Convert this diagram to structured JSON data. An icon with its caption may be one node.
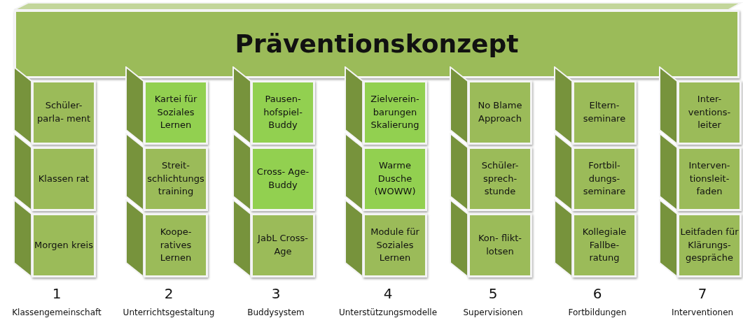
{
  "diagram": {
    "nodes": [
      {
        "text": [
          "Präventionskonzept"
        ]
      },
      {
        "text": [
          "Schüler- parla- ment"
        ]
      },
      {
        "text": [
          "Klassen rat"
        ]
      },
      {
        "text": [
          "Morgen kreis"
        ]
      },
      {
        "text": [
          "Kartei für Soziales Lernen"
        ]
      },
      {
        "text": [
          "Streit- schlichtungs training"
        ]
      },
      {
        "text": [
          "Koope- ratives Lernen"
        ]
      },
      {
        "text": [
          "Pausen- hofspiel- Buddy"
        ]
      },
      {
        "text": [
          "Cross- Age- Buddy"
        ]
      },
      {
        "text": [
          "JabL Cross- Age"
        ]
      },
      {
        "text": [
          "Zielverein- barungen Skalierung"
        ]
      },
      {
        "text": [
          "Warme Dusche (WOWW)"
        ]
      },
      {
        "text": [
          "Module für Soziales Lernen"
        ]
      },
      {
        "text": [
          "No Blame Approach"
        ]
      },
      {
        "text": [
          "Schüler- sprech- stunde"
        ]
      },
      {
        "text": [
          "Kon- flikt- lotsen"
        ]
      },
      {
        "text": [
          "Eltern- seminare"
        ]
      },
      {
        "text": [
          "Fortbil- dungs- seminare"
        ]
      },
      {
        "text": [
          "Kollegiale Fallbe- ratung"
        ]
      },
      {
        "text": [
          "Inter- ventions- leiter"
        ]
      },
      {
        "text": [
          "Interven- tionsleit- faden"
        ]
      },
      {
        "text": [
          "Leitfaden für Klärungs- gespräche"
        ]
      }
    ],
    "edges": [],
    "labels": [
      "1",
      "2",
      "3",
      "4",
      "5",
      "6",
      "7",
      "Klassengemeinschaft",
      "Unterrichtsgestaltung",
      "Buddysystem",
      "Unterstützungsmodelle",
      "Supervisionen",
      "Fortbildungen",
      "Interventionen"
    ]
  }
}
